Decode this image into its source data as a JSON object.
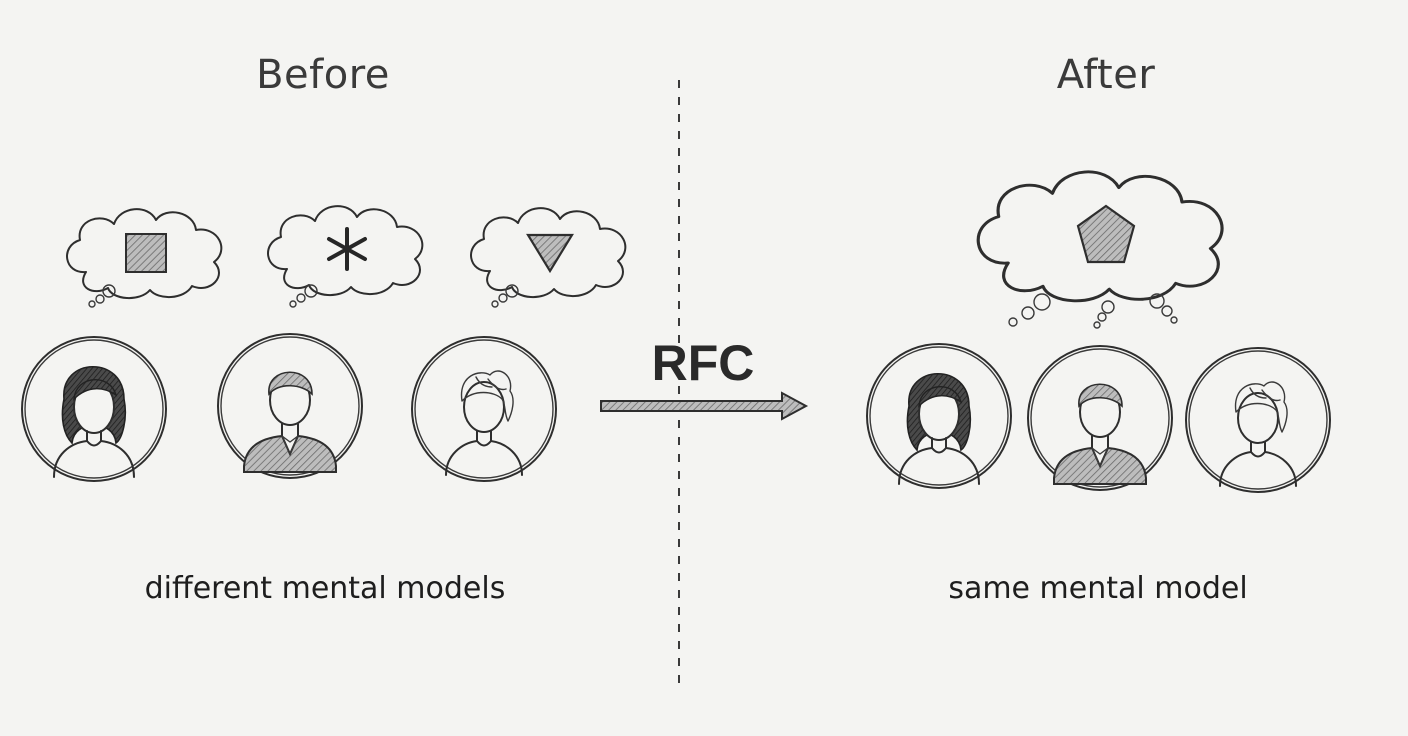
{
  "headings": {
    "before": "Before",
    "after": "After"
  },
  "transition": {
    "label": "RFC"
  },
  "captions": {
    "before": "different mental models",
    "after": "same mental model"
  },
  "before_thoughts": [
    "square-icon",
    "asterisk-icon",
    "triangle-down-icon"
  ],
  "after_thought": "pentagon-icon",
  "people": [
    "person-woman-icon",
    "person-man-icon",
    "person-short-hair-icon"
  ],
  "colors": {
    "background": "#f4f4f2",
    "ink": "#2e2e2e"
  }
}
